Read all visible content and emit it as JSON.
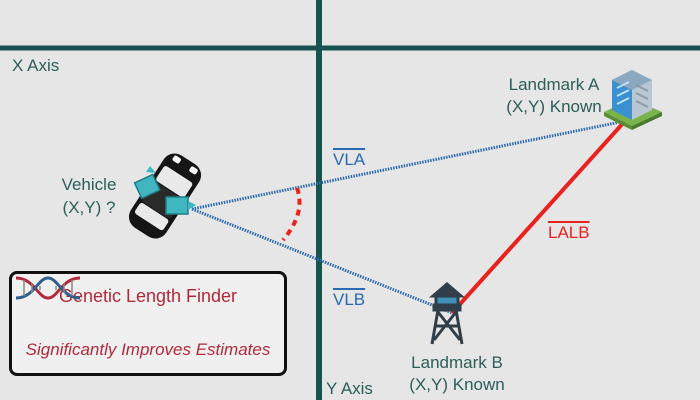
{
  "axes": {
    "x_label": "X Axis",
    "y_label": "Y Axis"
  },
  "vehicle": {
    "line1": "Vehicle",
    "line2": "(X,Y) ?",
    "icon": "car-icon"
  },
  "landmark_a": {
    "line1": "Landmark A",
    "line2": "(X,Y) Known",
    "icon": "building-icon"
  },
  "landmark_b": {
    "line1": "Landmark B",
    "line2": "(X,Y) Known",
    "icon": "watchtower-icon"
  },
  "segments": {
    "vla": "VLA",
    "vlb": "VLB",
    "lalb": "LALB"
  },
  "info_box": {
    "title": "Genetic Length Finder",
    "subtitle": "Significantly Improves Estimates",
    "icon": "dna-icon"
  },
  "colors": {
    "axis": "#17544f",
    "known_distance": "#e8231f",
    "measured_distance": "#2b6ab0",
    "text": "#2c5e5a",
    "accent": "#b02a3a"
  }
}
